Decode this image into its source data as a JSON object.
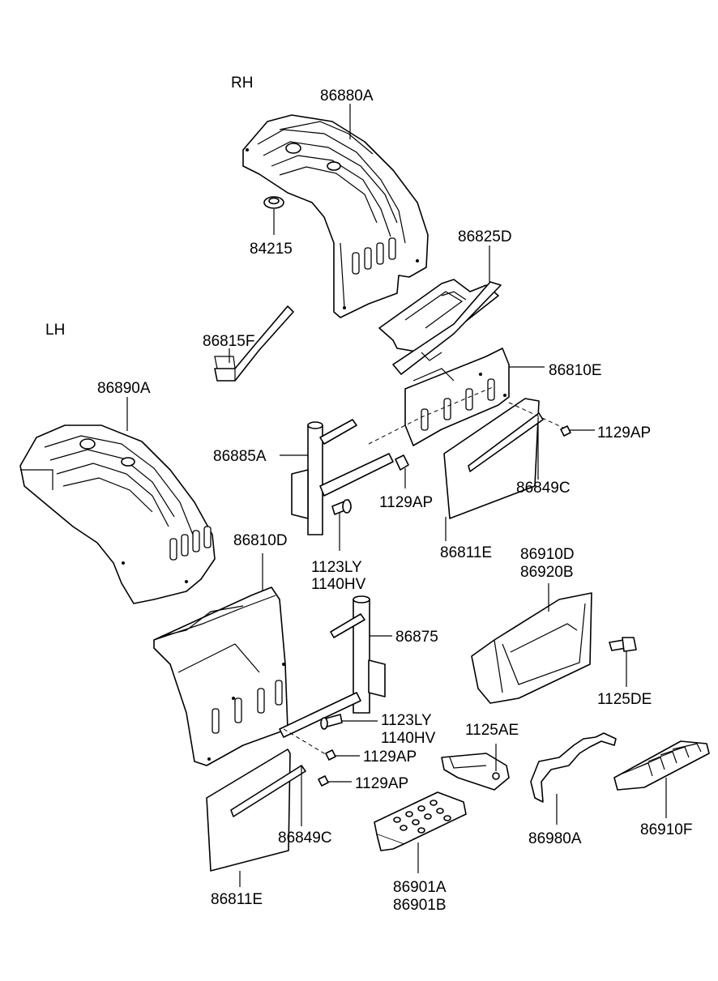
{
  "sides": {
    "rh": "RH",
    "lh": "LH"
  },
  "labels": {
    "p86880A": "86880A",
    "p84215": "84215",
    "p86825D": "86825D",
    "p86815F": "86815F",
    "p86810E": "86810E",
    "p86890A": "86890A",
    "p1129AP_a": "1129AP",
    "p86885A": "86885A",
    "p1129AP_b": "1129AP",
    "p86849C_a": "86849C",
    "p86811E_a": "86811E",
    "p1123LY_a": "1123LY",
    "p1140HV_a": "1140HV",
    "p86810D": "86810D",
    "p86910D": "86910D",
    "p86920B": "86920B",
    "p86875": "86875",
    "p1125DE": "1125DE",
    "p1123LY_b": "1123LY",
    "p1140HV_b": "1140HV",
    "p1125AE": "1125AE",
    "p1129AP_c": "1129AP",
    "p1129AP_d": "1129AP",
    "p86849C_b": "86849C",
    "p86910F": "86910F",
    "p86980A": "86980A",
    "p86811E_b": "86811E",
    "p86901A": "86901A",
    "p86901B": "86901B"
  }
}
